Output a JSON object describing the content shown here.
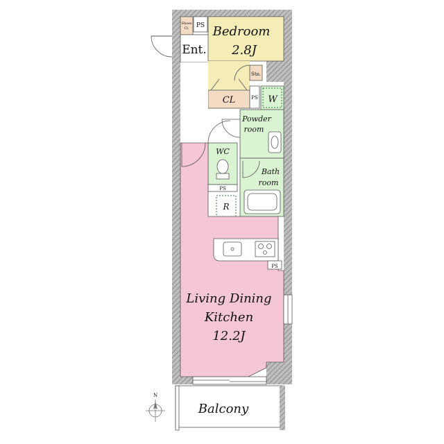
{
  "rooms": {
    "bedroom": {
      "name": "Bedroom",
      "size": "2.8J"
    },
    "entrance": "Ent.",
    "shoe_closet": [
      "Shoes",
      "Cl."
    ],
    "storage": "Sto.",
    "closet": "CL",
    "pipe_space": "PS",
    "washer": "W",
    "powder_room": [
      "Powder",
      "room"
    ],
    "wc": "WC",
    "bath_room": [
      "Bath",
      "room"
    ],
    "refrigerator": "R",
    "ldk": {
      "line1": "Living Dining",
      "line2": "Kitchen",
      "size": "12.2J"
    },
    "balcony": "Balcony"
  },
  "compass": {
    "north": "N"
  },
  "colors": {
    "bedroom": "#f5edb8",
    "closet": "#f3dcc3",
    "wet_area": "#d9f3d3",
    "ldk": "#f4c6d6",
    "wall": "#8c8c8c"
  }
}
